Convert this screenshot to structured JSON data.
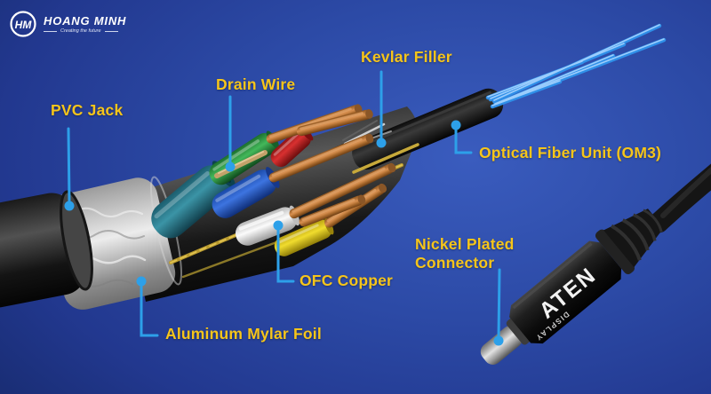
{
  "brand": {
    "name": "HOANG MINH",
    "tagline": "Creating the future",
    "monogram": "HM"
  },
  "diagram_labels": {
    "pvc_jack": "PVC Jack",
    "drain_wire": "Drain Wire",
    "kevlar_filler": "Kevlar Filler",
    "optical_fiber_unit": "Optical Fiber Unit (OM3)",
    "ofc_copper": "OFC Copper",
    "aluminum_mylar_foil": "Aluminum Mylar Foil",
    "nickel_plated_connector_line1": "Nickel Plated",
    "nickel_plated_connector_line2": "Connector"
  },
  "connector": {
    "brand_text": "ATEN",
    "side_text": "DISPLAY"
  },
  "colors": {
    "label_text": "#F6C51A",
    "leader_line": "#2DA0E9",
    "background_center": "#3355B4",
    "background_edge": "#0F1E5A",
    "fiber_blue": "#2F8FE8",
    "copper": "#C77F3E"
  }
}
